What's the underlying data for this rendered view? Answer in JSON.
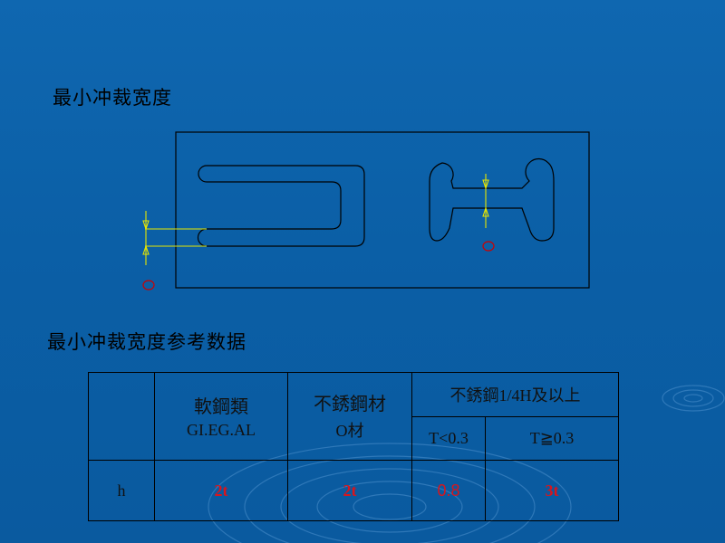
{
  "title_main": "最小冲裁宽度",
  "title_table": "最小冲裁宽度参考数据",
  "table": {
    "header_col1_line1": "軟鋼類",
    "header_col1_line2": "GI.EG.AL",
    "header_col2_line1": "不銹鋼材",
    "header_col2_line2": "O材",
    "header_group": "不銹鋼1/4H及以上",
    "sub_col_a": "T<0.3",
    "sub_col_b": "T≧0.3",
    "row_label": "h",
    "values": [
      "2t",
      "2t",
      "0.8",
      "3t"
    ]
  },
  "colors": {
    "background": "#0b5fa6",
    "outline": "#000000",
    "dimension_line": "#e6e600",
    "marker": "#cc0000",
    "value_text": "#d8151c"
  }
}
